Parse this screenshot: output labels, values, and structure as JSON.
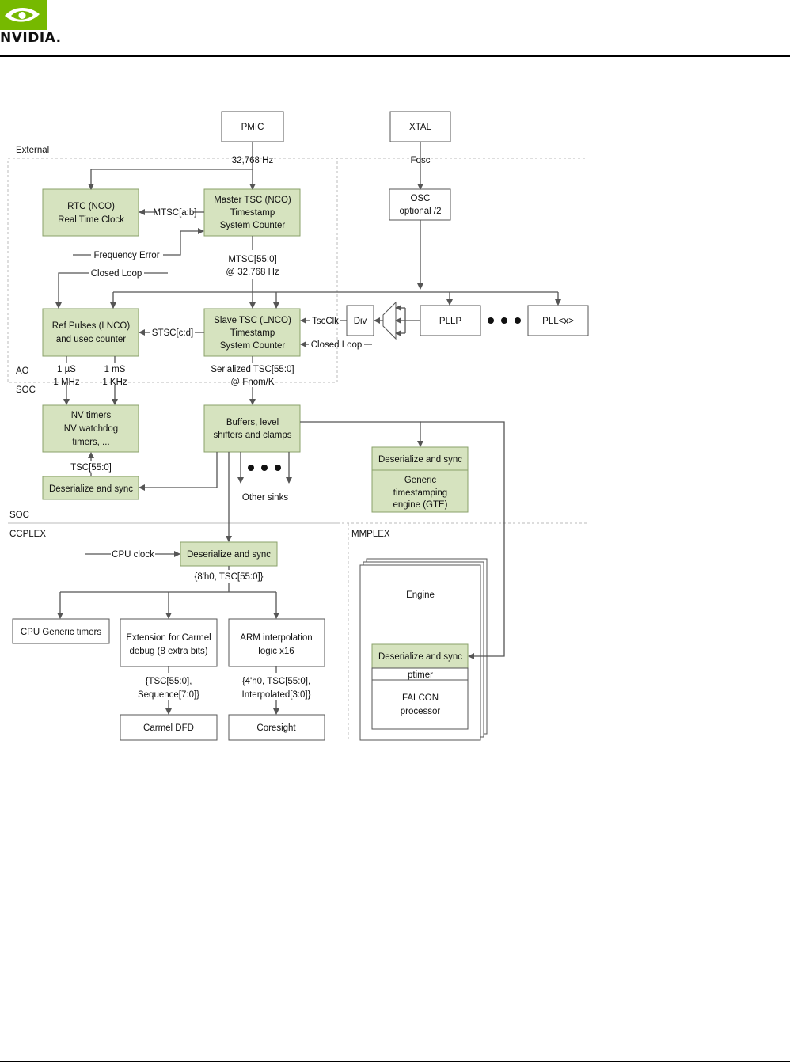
{
  "header": {
    "logo_text": "NVIDIA."
  },
  "colors": {
    "green_fill": "#d6e3bf",
    "green_stroke": "#8aa06a",
    "line": "#555555",
    "brand": "#76b900"
  },
  "diagram": {
    "regions": {
      "external": "External",
      "ao": "AO",
      "soc_top": "SOC",
      "soc_bottom": "SOC",
      "ccplex": "CCPLEX",
      "mmplex": "MMPLEX"
    },
    "nodes": {
      "pmic": [
        "PMIC"
      ],
      "xtal": [
        "XTAL"
      ],
      "rtc": [
        "RTC (NCO)",
        "Real Time Clock"
      ],
      "master_tsc": [
        "Master TSC (NCO)",
        "Timestamp",
        "System Counter"
      ],
      "osc": [
        "OSC",
        "optional /2"
      ],
      "ref_pulses": [
        "Ref Pulses (LNCO)",
        "and usec counter"
      ],
      "slave_tsc": [
        "Slave TSC (LNCO)",
        "Timestamp",
        "System Counter"
      ],
      "div": [
        "Div"
      ],
      "pllp": [
        "PLLP"
      ],
      "pllx": [
        "PLL<x>"
      ],
      "nv_timers": [
        "NV timers",
        "NV watchdog",
        "timers, ..."
      ],
      "buffers": [
        "Buffers, level",
        "shifters and clamps"
      ],
      "deser_soc": [
        "Deserialize and sync"
      ],
      "gte_deser": [
        "Deserialize and sync"
      ],
      "gte": [
        "Generic",
        "timestamping",
        "engine (GTE)"
      ],
      "deser_ccplex": [
        "Deserialize and sync"
      ],
      "cpu_timers": [
        "CPU Generic timers"
      ],
      "carmel_ext": [
        "Extension for Carmel",
        "debug (8 extra bits)"
      ],
      "arm_interp": [
        "ARM interpolation",
        "logic x16"
      ],
      "carmel_dfd": [
        "Carmel DFD"
      ],
      "coresight": [
        "Coresight"
      ],
      "engine": [
        "Engine"
      ],
      "deser_engine": [
        "Deserialize and sync"
      ],
      "ptimer": [
        "ptimer"
      ],
      "falcon": [
        "FALCON",
        "processor"
      ]
    },
    "labels": {
      "hz_32768": "32,768 Hz",
      "fosc": "Fosc",
      "mtsc_ab": "MTSC[a:b]",
      "freq_error": "Frequency Error",
      "closed_loop_top": "Closed Loop",
      "mtsc_550": "MTSC[55:0]",
      "at_32768": "@ 32,768 Hz",
      "stsc_cd": "STSC[c:d]",
      "tscclk": "TscClk",
      "closed_loop_right": "Closed Loop",
      "us_1": "1 µS",
      "mhz_1": "1 MHz",
      "ms_1": "1 mS",
      "khz_1": "1 KHz",
      "serialized": "Serialized TSC[55:0]",
      "fnom": "@ Fnom/K",
      "tsc_550": "TSC[55:0]",
      "other_sinks": "Other sinks",
      "cpu_clock": "CPU clock",
      "ccplex_bus": "{8'h0, TSC[55:0]}",
      "carmel_bus_1": "{TSC[55:0],",
      "carmel_bus_2": "Sequence[7:0]}",
      "arm_bus_1": "{4'h0, TSC[55:0],",
      "arm_bus_2": "Interpolated[3:0]}"
    }
  }
}
